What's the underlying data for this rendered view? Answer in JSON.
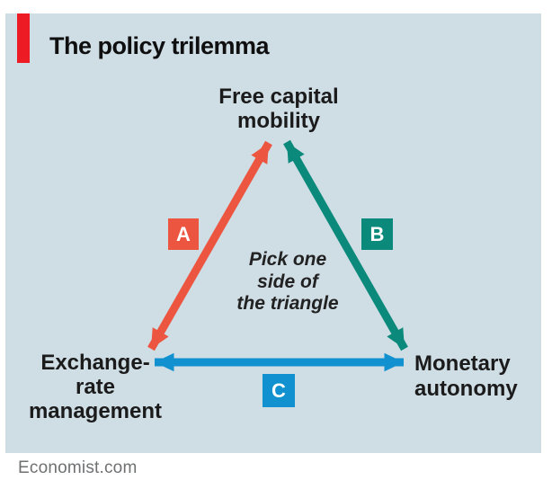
{
  "header": {
    "title": "The policy trilemma",
    "accent_color": "#ed1c24"
  },
  "diagram": {
    "background_color": "#cfdde5",
    "center_note": {
      "lines": [
        "Pick one",
        "side of",
        "the triangle"
      ]
    },
    "vertices": [
      {
        "id": "top",
        "lines": [
          "Free capital",
          "mobility"
        ]
      },
      {
        "id": "bottom-left",
        "lines": [
          "Exchange-",
          "rate",
          "management"
        ]
      },
      {
        "id": "bottom-right",
        "lines": [
          "Monetary",
          "autonomy"
        ]
      }
    ],
    "edges": [
      {
        "label": "A",
        "color": "#ec5540",
        "from": "bottom-left",
        "to": "top"
      },
      {
        "label": "B",
        "color": "#0b8a7c",
        "from": "bottom-right",
        "to": "top"
      },
      {
        "label": "C",
        "color": "#1191cf",
        "from": "bottom-left",
        "to": "bottom-right"
      }
    ]
  },
  "footer": {
    "source": "Economist.com"
  }
}
